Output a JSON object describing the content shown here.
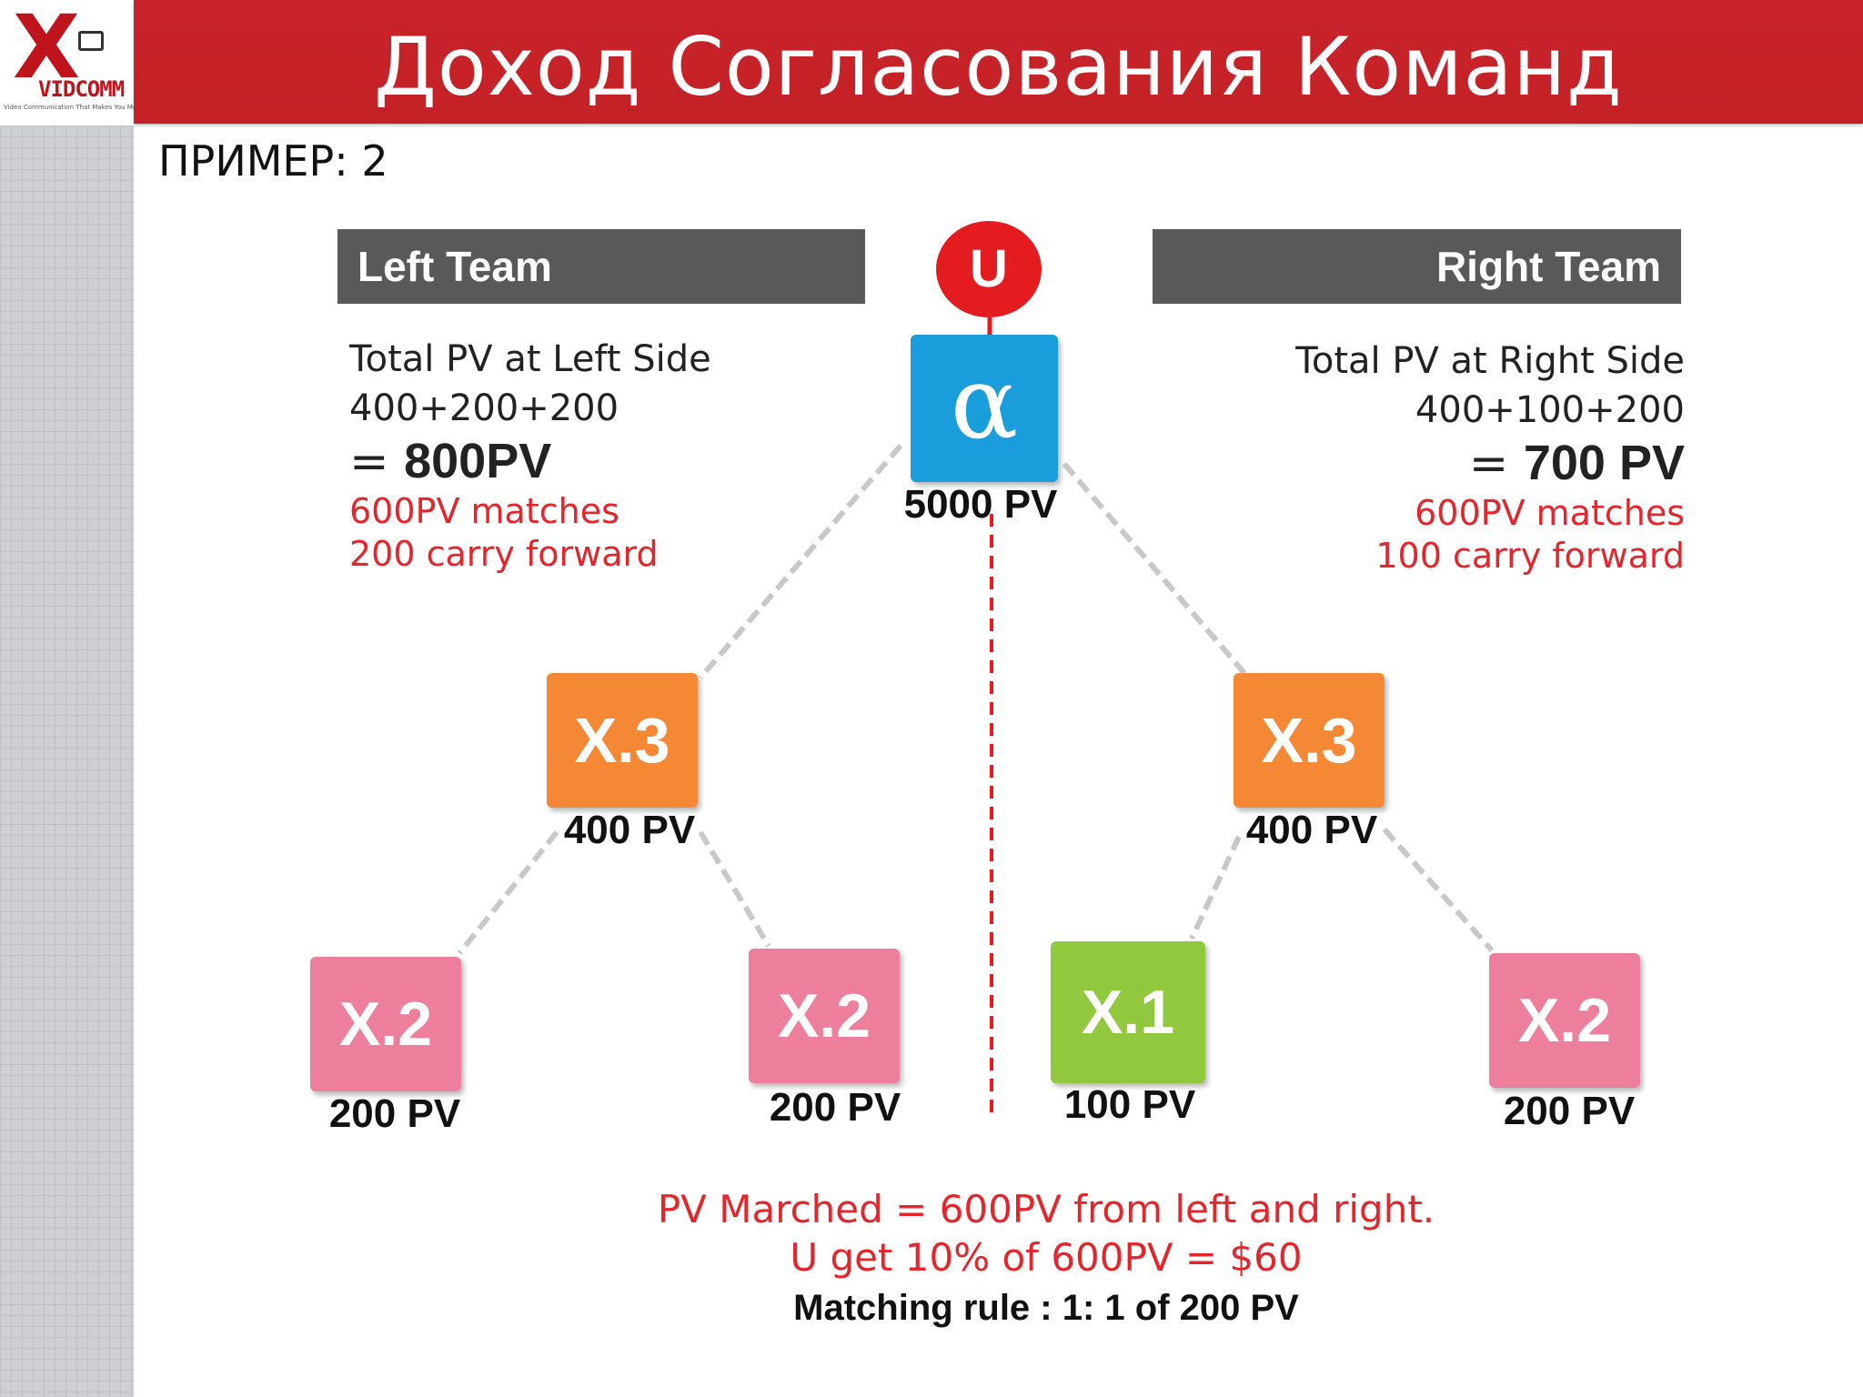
{
  "logo": {
    "text": "VIDCOMM",
    "tagline": "Video Communication That Makes You Money"
  },
  "header": {
    "title": "Доход Согласования Команд"
  },
  "example_label": "ПРИМЕР: 2",
  "left_team": {
    "title": "Left Team",
    "total_label": "Total PV at Left Side",
    "sum": "400+200+200",
    "eq": "=",
    "total": "800PV",
    "matches": "600PV matches",
    "carry": "200 carry forward"
  },
  "right_team": {
    "title": "Right Team",
    "total_label": "Total PV at Right Side",
    "sum": "400+100+200",
    "eq": "=",
    "total": "700 PV",
    "matches": "600PV matches",
    "carry": "100 carry forward"
  },
  "root": {
    "user": "U",
    "symbol": "α",
    "pv": "5000 PV"
  },
  "nodes": {
    "left_x3": {
      "label": "X.3",
      "pv": "400 PV"
    },
    "right_x3": {
      "label": "X.3",
      "pv": "400 PV"
    },
    "ll_x2": {
      "label": "X.2",
      "pv": "200 PV"
    },
    "lr_x2": {
      "label": "X.2",
      "pv": "200 PV"
    },
    "rl_x1": {
      "label": "X.1",
      "pv": "100 PV"
    },
    "rr_x2": {
      "label": "X.2",
      "pv": "200 PV"
    }
  },
  "summary": {
    "line1": "PV Marched = 600PV from left and right.",
    "line2": "U get 10% of 600PV = $60",
    "line3": "Matching rule : 1: 1 of 200 PV"
  },
  "colors": {
    "header_red": "#c8232a",
    "accent_red": "#e4262c",
    "alpha_blue": "#1a9ddb",
    "x3_orange": "#f58835",
    "x2_pink": "#ee7f9c",
    "x1_green": "#92c83e",
    "team_bar_gray": "#58595b"
  }
}
